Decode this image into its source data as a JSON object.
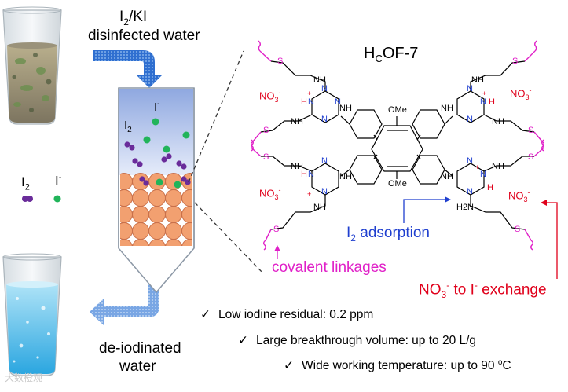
{
  "labels": {
    "feed_water_a": "I",
    "feed_water_a_sub": "2",
    "feed_water_b": "/KI",
    "feed_water_line2": "disinfected water",
    "output_line1": "de-iodinated",
    "output_line2": "water"
  },
  "legend": {
    "i2": "I",
    "i2_sub": "2",
    "iodide": "I",
    "iodide_sup": "-"
  },
  "column": {
    "i2": "I",
    "i2_sub": "2",
    "iodide": "I",
    "iodide_sup": "-"
  },
  "structure": {
    "name_a": "H",
    "name_sub": "C",
    "name_b": "OF-7",
    "ome": "OMe",
    "nh": "NH",
    "n": "N",
    "h": "H",
    "h2n": "H2N",
    "s": "S",
    "plus": "+",
    "minus": "-",
    "nitrate": "NO",
    "nitrate_sub": "3",
    "nitrate_sup": "-"
  },
  "annotations": {
    "adsorption": "I",
    "adsorption_sub": "2",
    "adsorption_rest": " adsorption",
    "covalent": "covalent linkages",
    "exchange_a": "NO",
    "exchange_sub": "3",
    "exchange_sup": "-",
    "exchange_rest": " to I",
    "exchange_sup2": "-",
    "exchange_end": " exchange"
  },
  "checklist": [
    {
      "mark": "✓",
      "text": "Low iodine residual: 0.2 ppm"
    },
    {
      "mark": "✓",
      "text": "Large breakthrough volume: up to 20 L/g"
    },
    {
      "mark": "✓",
      "text": "Wide working temperature: up to 90 ",
      "sup": "o",
      "tail": "C"
    }
  ],
  "watermark": "大数橙观",
  "colors": {
    "nitrate": "#e0001b",
    "covalent": "#e020c8",
    "adsorption": "#1f3fcf",
    "i2_dot": "#6a2c9a",
    "iodide_dot": "#21b45a",
    "bead": "#f2a070",
    "arrow": "#3e7bd6"
  }
}
